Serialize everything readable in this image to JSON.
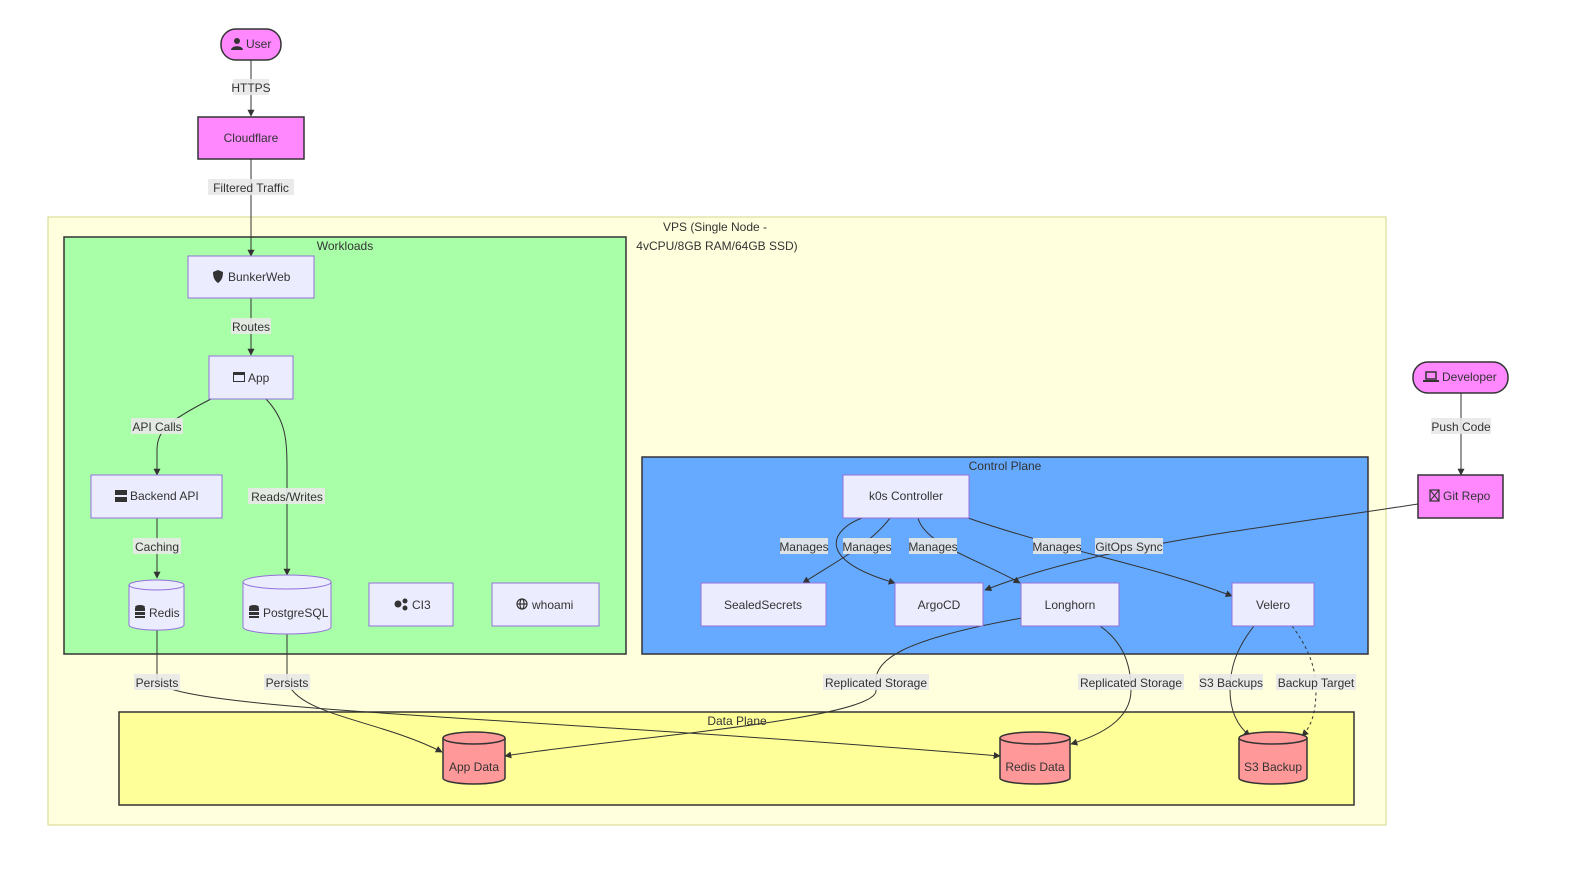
{
  "title": "VPS (Single Node - 4vCPU/8GB RAM/64GB SSD)",
  "title_lines": [
    "VPS (Single Node -",
    "4vCPU/8GB RAM/64GB SSD)"
  ],
  "colors": {
    "external": "#ff88ff",
    "service": "#ececff",
    "workloads": "#a8ffa8",
    "control_plane": "#66aaff",
    "data_plane": "#ffff99",
    "vps": "#ffffde",
    "storage": "#ff9999"
  },
  "groups": {
    "workloads": "Workloads",
    "control_plane": "Control Plane",
    "data_plane": "Data Plane"
  },
  "nodes": {
    "user": {
      "label": "User",
      "icon": "user-icon"
    },
    "cloudflare": {
      "label": "Cloudflare"
    },
    "bunkerweb": {
      "label": "BunkerWeb",
      "icon": "shield-icon"
    },
    "app": {
      "label": "App",
      "icon": "window-icon"
    },
    "backend": {
      "label": "Backend API",
      "icon": "server-icon"
    },
    "redis": {
      "label": "Redis",
      "icon": "database-icon"
    },
    "postgres": {
      "label": "PostgreSQL",
      "icon": "database-icon"
    },
    "ci3": {
      "label": "CI3",
      "icon": "gears-icon"
    },
    "whoami": {
      "label": "whoami",
      "icon": "globe-icon"
    },
    "k0s": {
      "label": "k0s Controller"
    },
    "sealed": {
      "label": "SealedSecrets"
    },
    "argocd": {
      "label": "ArgoCD"
    },
    "longhorn": {
      "label": "Longhorn"
    },
    "velero": {
      "label": "Velero"
    },
    "developer": {
      "label": "Developer",
      "icon": "laptop-icon"
    },
    "gitrepo": {
      "label": "Git Repo",
      "icon": "git-icon"
    },
    "appdata": {
      "label": "App Data"
    },
    "redisdata": {
      "label": "Redis Data"
    },
    "s3backup": {
      "label": "S3 Backup"
    }
  },
  "edges": {
    "https": "HTTPS",
    "filtered": "Filtered Traffic",
    "routes": "Routes",
    "api_calls": "API Calls",
    "reads_writes": "Reads/Writes",
    "caching": "Caching",
    "manages_1": "Manages",
    "manages_2": "Manages",
    "manages_3": "Manages",
    "manages_4": "Manages",
    "gitops": "GitOps Sync",
    "push": "Push Code",
    "persists_1": "Persists",
    "persists_2": "Persists",
    "replicated_1": "Replicated Storage",
    "replicated_2": "Replicated Storage",
    "s3backups": "S3 Backups",
    "backup_target": "Backup Target"
  }
}
